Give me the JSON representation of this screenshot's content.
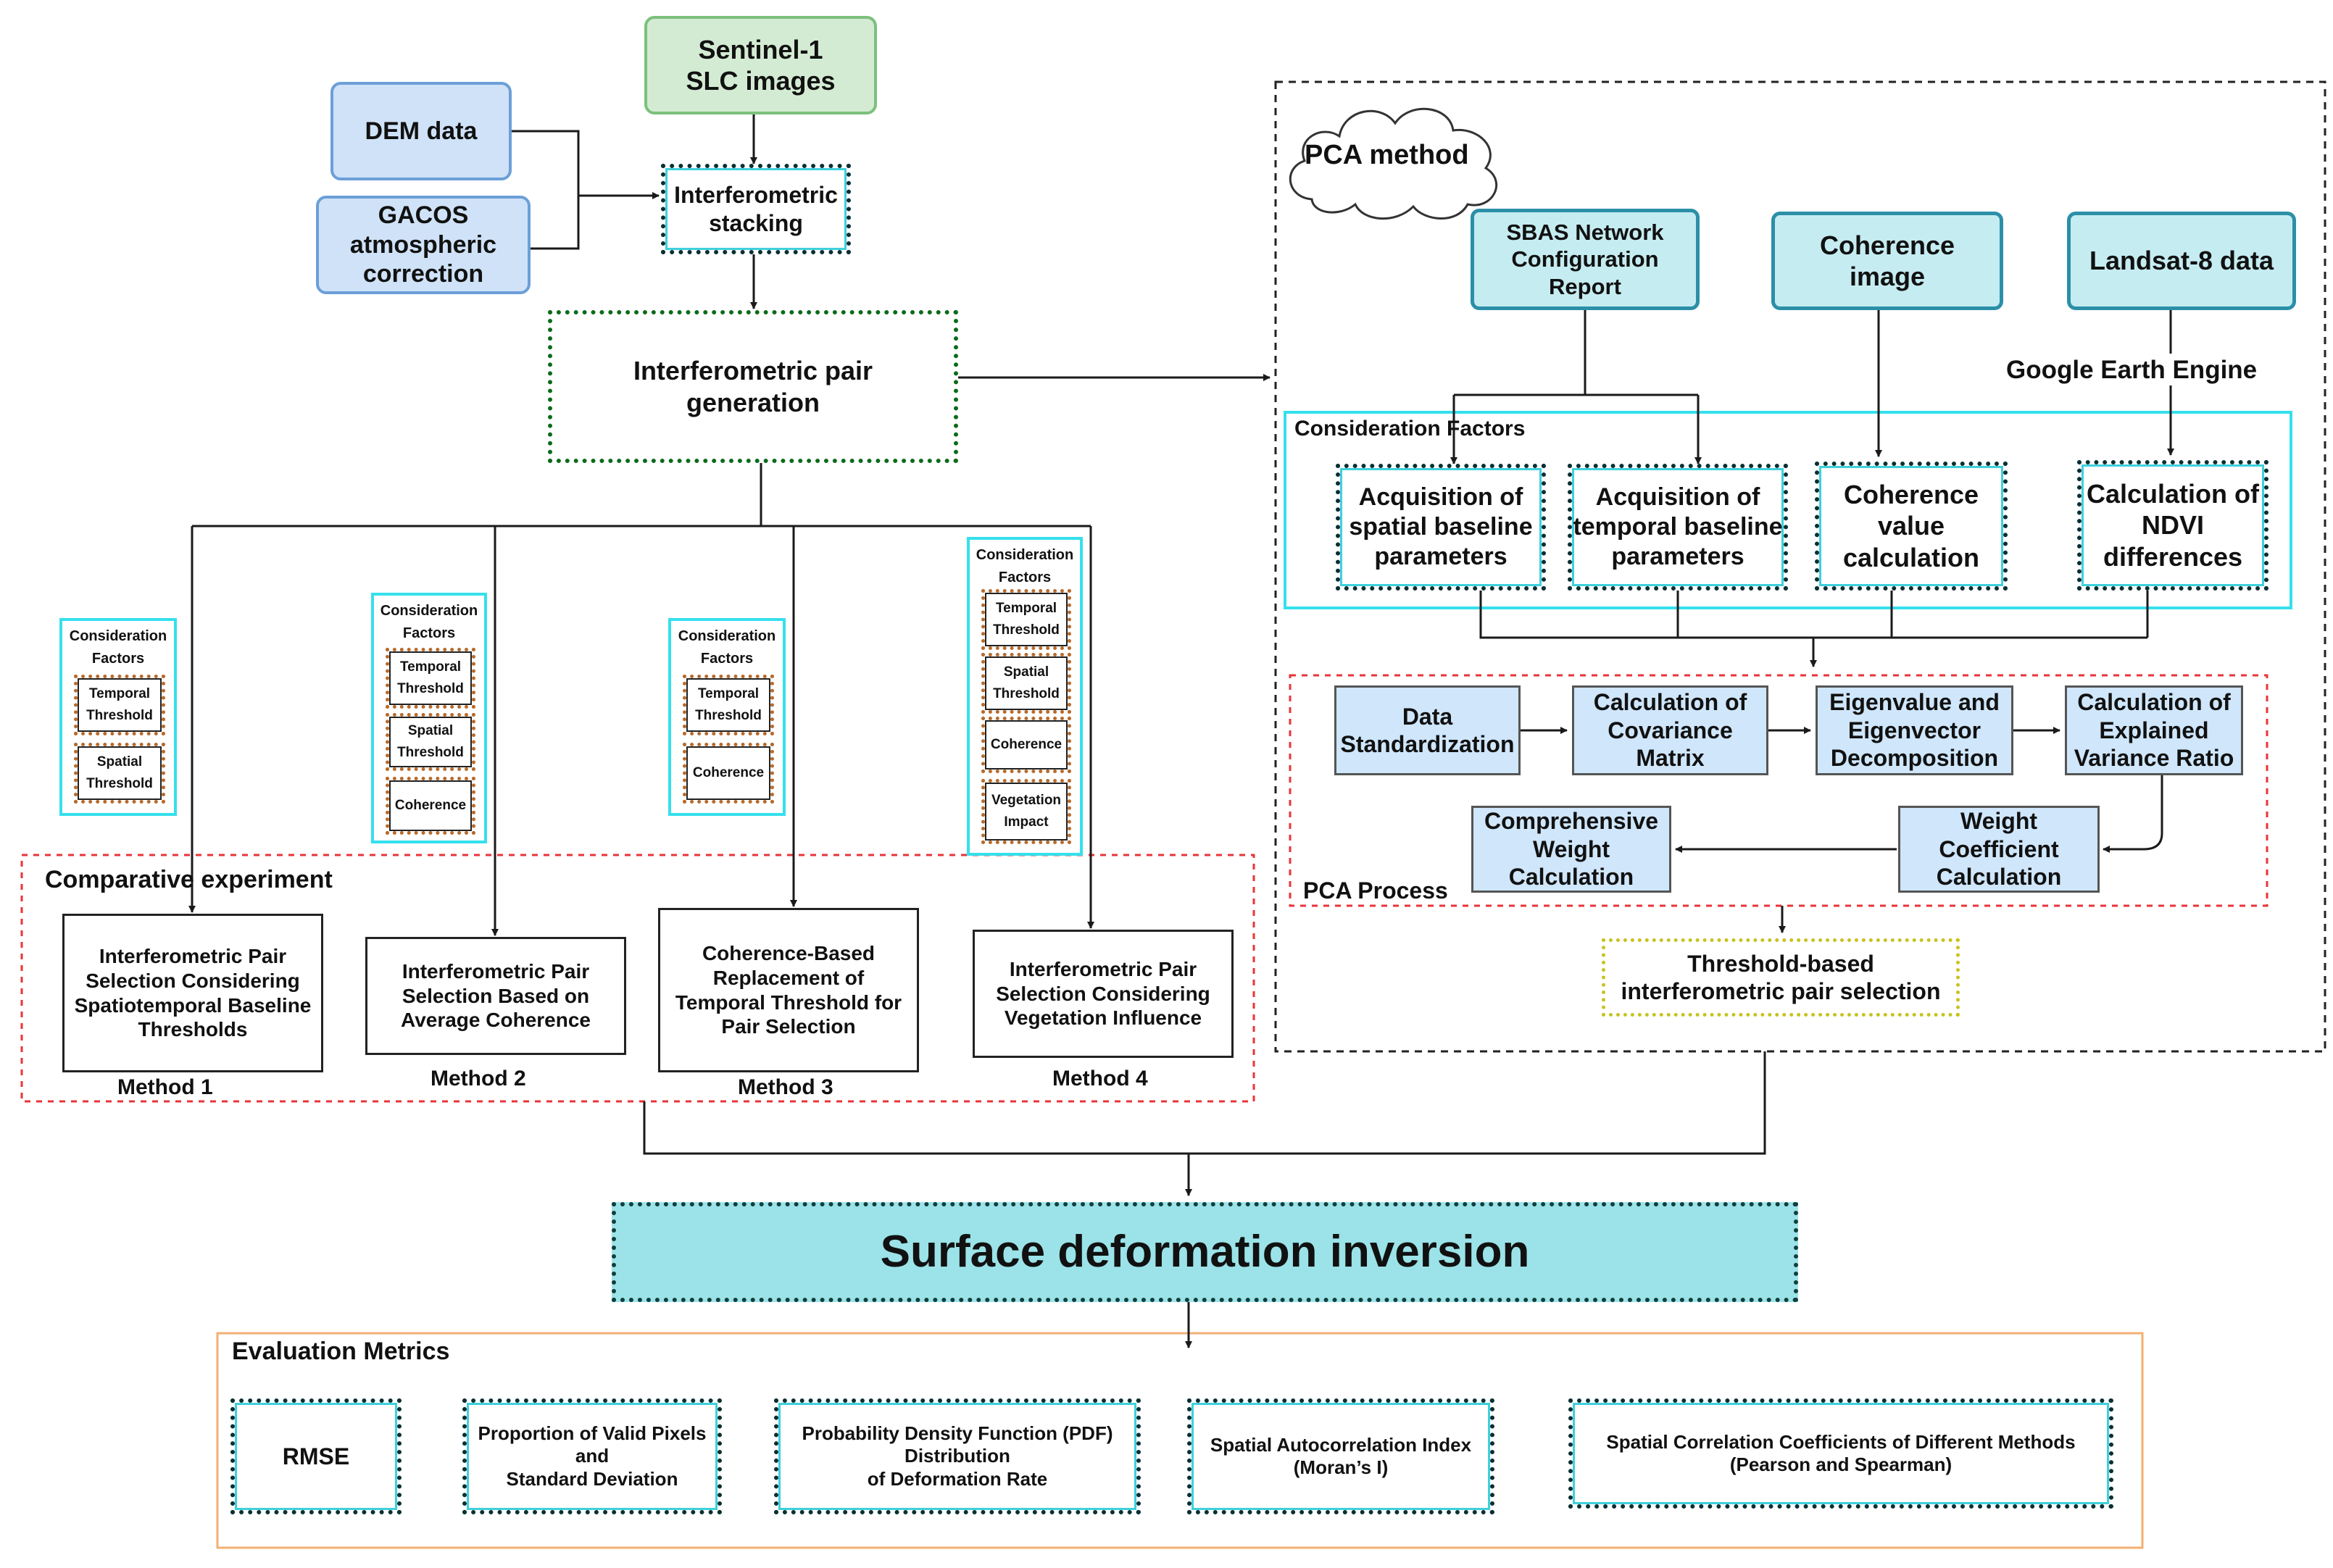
{
  "inputs": {
    "sentinel": "Sentinel-1\nSLC images",
    "dem": "DEM data",
    "gacos": "GACOS\natmospheric\ncorrection"
  },
  "interferometric_stacking": "Interferometric\nstacking",
  "pair_generation": "Interferometric pair\ngeneration",
  "comparative": {
    "title": "Comparative experiment",
    "methods": [
      {
        "consideration_title": "Consideration\nFactors",
        "factors": [
          "Temporal\nThreshold",
          "Spatial\nThreshold"
        ],
        "box": "Interferometric Pair\nSelection Considering\nSpatiotemporal Baseline\nThresholds",
        "label": "Method 1"
      },
      {
        "consideration_title": "Consideration\nFactors",
        "factors": [
          "Temporal\nThreshold",
          "Spatial\nThreshold",
          "Coherence"
        ],
        "box": "Interferometric Pair\nSelection Based on\nAverage Coherence",
        "label": "Method 2"
      },
      {
        "consideration_title": "Consideration\nFactors",
        "factors": [
          "Temporal\nThreshold",
          "Coherence"
        ],
        "box": "Coherence-Based\nReplacement of\nTemporal Threshold for\nPair Selection",
        "label": "Method 3"
      },
      {
        "consideration_title": "Consideration\nFactors",
        "factors": [
          "Temporal\nThreshold",
          "Spatial\nThreshold",
          "Coherence",
          "Vegetation\nImpact"
        ],
        "box": "Interferometric Pair\nSelection Considering\nVegetation Influence",
        "label": "Method 4"
      }
    ]
  },
  "pca": {
    "title": "PCA method",
    "sources": [
      "SBAS Network\nConfiguration\nReport",
      "Coherence\nimage",
      "Landsat-8 data"
    ],
    "gee_label": "Google Earth Engine",
    "consideration_title": "Consideration Factors",
    "factors": [
      "Acquisition of\nspatial baseline\nparameters",
      "Acquisition of\ntemporal baseline\nparameters",
      "Coherence\nvalue\ncalculation",
      "Calculation of\nNDVI\ndifferences"
    ],
    "process_title": "PCA Process",
    "steps": [
      "Data\nStandardization",
      "Calculation of\nCovariance\nMatrix",
      "Eigenvalue and\nEigenvector\nDecomposition",
      "Calculation of\nExplained\nVariance Ratio",
      "Weight\nCoefficient\nCalculation",
      "Comprehensive\nWeight\nCalculation"
    ],
    "threshold": "Threshold-based\ninterferometric pair selection"
  },
  "inversion": "Surface deformation inversion",
  "evaluation": {
    "title": "Evaluation Metrics",
    "metrics": [
      "RMSE",
      "Proportion of Valid Pixels\nand\nStandard Deviation",
      "Probability Density Function (PDF)\nDistribution\nof Deformation Rate",
      "Spatial Autocorrelation Index\n(Moran’s I)",
      "Spatial Correlation Coefficients of Different Methods\n(Pearson and Spearman)"
    ]
  },
  "colors": {
    "line": "#1a1a1a",
    "red_dash": "#e8343a",
    "cyan": "#35e0ec",
    "orange": "#f2b072",
    "inversion_fill": "#9be3e8"
  }
}
